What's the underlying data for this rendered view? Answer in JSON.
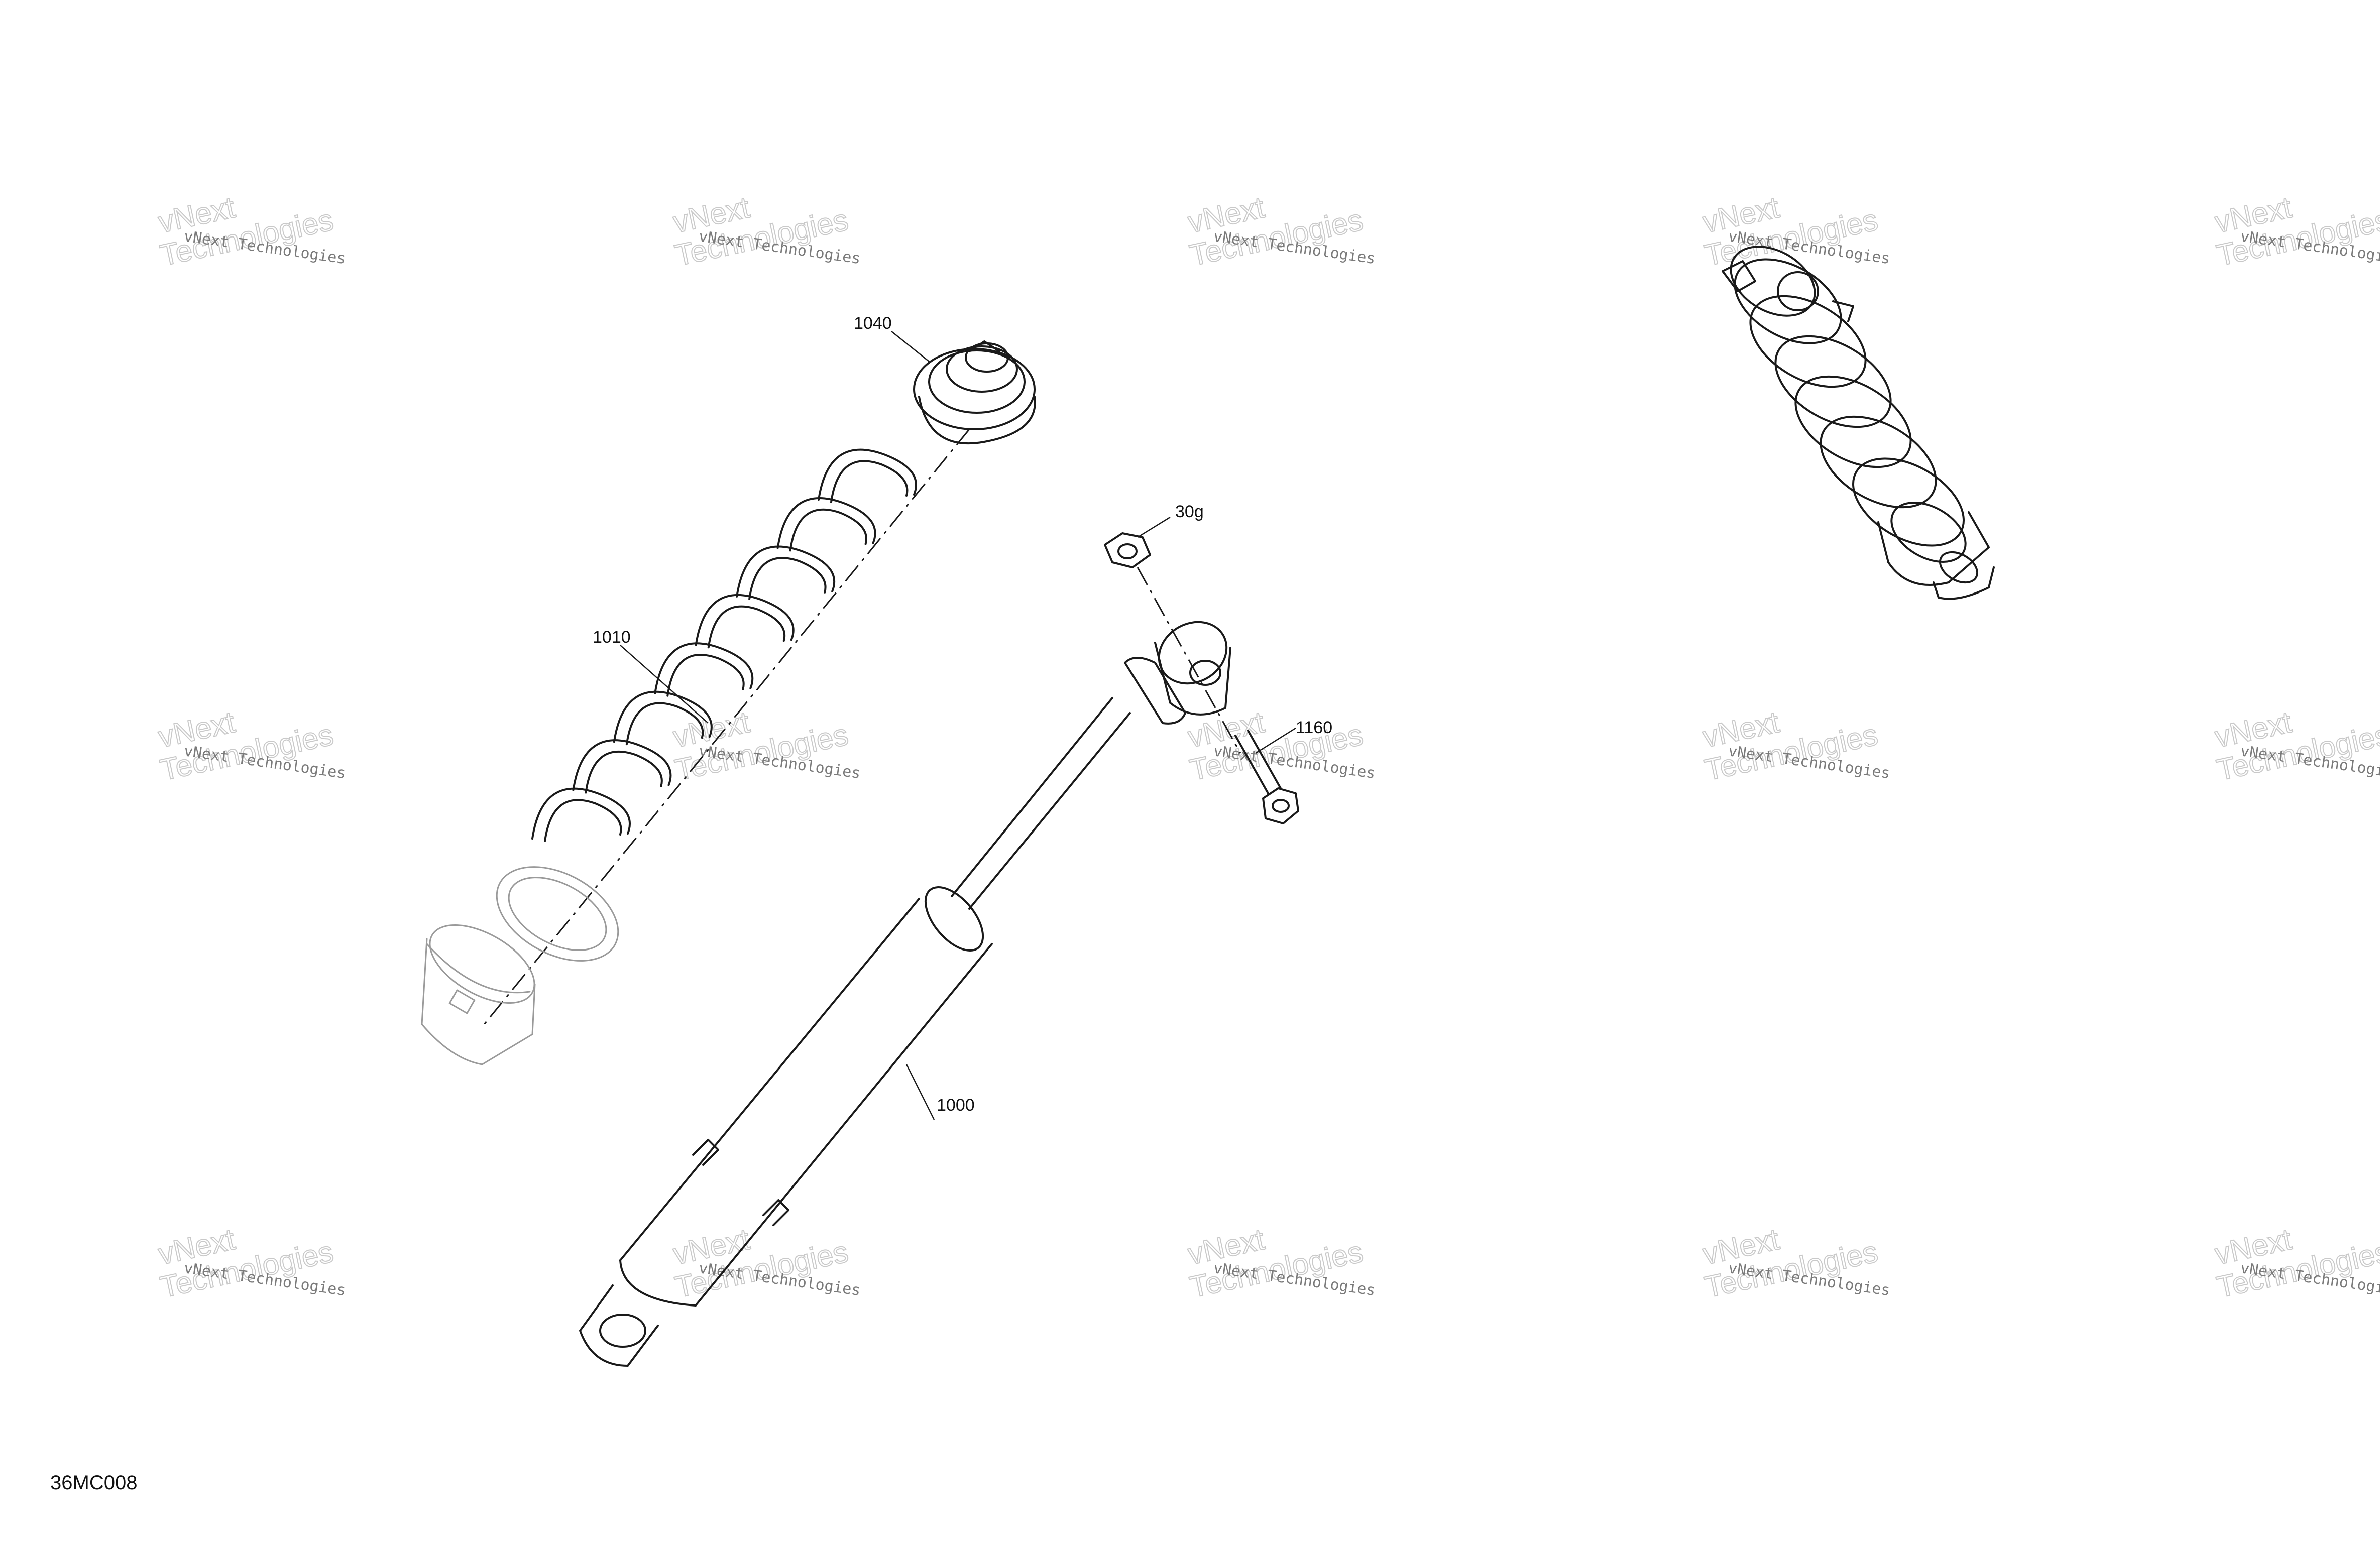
{
  "diagram": {
    "drawing_code": "36MC008",
    "callouts": [
      {
        "id": "spring-seat",
        "label": "1040"
      },
      {
        "id": "spring",
        "label": "1010"
      },
      {
        "id": "nut",
        "label": "30g"
      },
      {
        "id": "bolt",
        "label": "1160"
      },
      {
        "id": "shock-absorber",
        "label": "1000"
      }
    ]
  },
  "watermark": {
    "line1": "vNext Technologies",
    "line2": "vNext",
    "line3": "Technologies"
  }
}
